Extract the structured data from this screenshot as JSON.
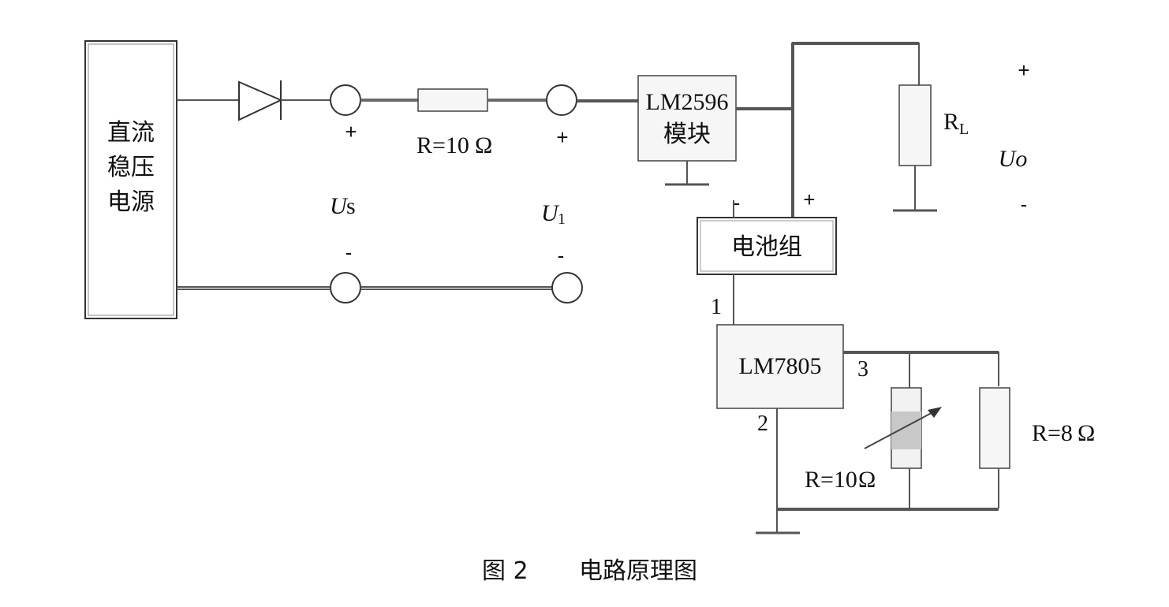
{
  "power_supply": {
    "line1": "直流",
    "line2": "稳压",
    "line3": "电源"
  },
  "resistor_series": {
    "label": "R=10",
    "unit": "Ω"
  },
  "voltage_us": {
    "symbol": "U",
    "sub": "s",
    "plus": "+",
    "minus": "-"
  },
  "voltage_u1": {
    "symbol": "U",
    "sub": "1",
    "plus": "+",
    "minus": "-"
  },
  "lm2596": {
    "line1": "LM2596",
    "line2": "模块"
  },
  "load": {
    "label": "R",
    "sub": "L"
  },
  "output": {
    "symbol": "Uo",
    "plus": "+",
    "minus": "-"
  },
  "battery": {
    "label": "电池组",
    "minus": "-",
    "plus": "+"
  },
  "lm7805": {
    "label": "LM7805",
    "pin1": "1",
    "pin2": "2",
    "pin3": "3"
  },
  "pot": {
    "label": "R=10",
    "unit": "Ω"
  },
  "resistor_8": {
    "label": "R=8",
    "unit": "Ω"
  },
  "caption": {
    "fig": "图 2",
    "title": "电路原理图"
  }
}
